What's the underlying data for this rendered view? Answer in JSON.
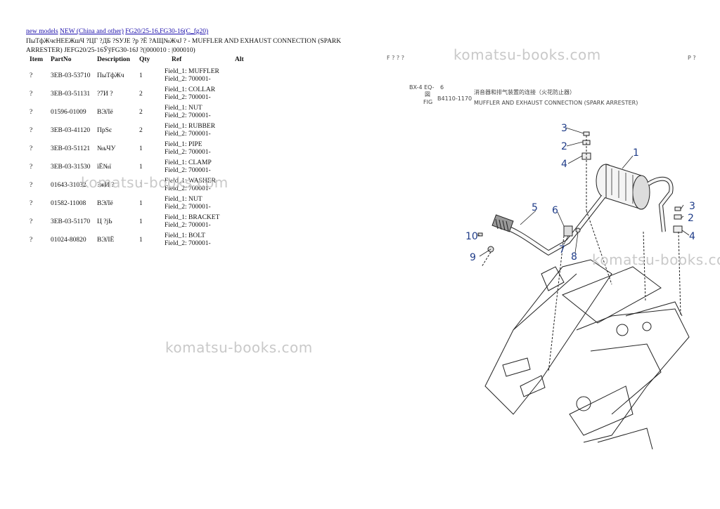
{
  "breadcrumb": {
    "link1": "new models",
    "link2": "NEW (China and other)",
    "link3": "FG20/25-16,FG30-16(C_fg20)"
  },
  "title_text": "ПыТфЖчєНЕЕЖшЧ ?ЦГ ?ДБ ?SУЈЕ ?р ?Ё ?АЩ№ЖчЈ ? - MUFFLER AND EXHAUST CONNECTION (SPARK ARRESTER) ЈЕFG20/25-16ЎўFG30-16Ј ?(|000010 : |000010)",
  "table": {
    "headers": [
      "Item",
      "PartNo",
      "Description",
      "Qty",
      "Ref",
      "Alt"
    ],
    "rows": [
      {
        "item": "?",
        "part": "3EB-03-53710",
        "desc": "ПыТфЖч",
        "qty": "1",
        "ref1": "Field_1: MUFFLER",
        "ref2": "Field_2: 700001-"
      },
      {
        "item": "?",
        "part": "3EB-03-51131",
        "desc": "?7И ?",
        "qty": "2",
        "ref1": "Field_1: COLLAR",
        "ref2": "Field_2: 700001-"
      },
      {
        "item": "?",
        "part": "01596-01009",
        "desc": "ВЭЛё",
        "qty": "2",
        "ref1": "Field_1: NUT",
        "ref2": "Field_2: 700001-"
      },
      {
        "item": "?",
        "part": "3EB-03-41120",
        "desc": "ПрЅє",
        "qty": "2",
        "ref1": "Field_1: RUBBER",
        "ref2": "Field_2: 700001-"
      },
      {
        "item": "?",
        "part": "3EB-03-51121",
        "desc": "№ьЧУ",
        "qty": "1",
        "ref1": "Field_1: PIPE",
        "ref2": "Field_2: 700001-"
      },
      {
        "item": "?",
        "part": "3EB-03-31530",
        "desc": "їЁ№ї",
        "qty": "1",
        "ref1": "Field_1: CLAMP",
        "ref2": "Field_2: 700001-"
      },
      {
        "item": "?",
        "part": "01643-31032",
        "desc": "?жИ ?",
        "qty": "1",
        "ref1": "Field_1: WASHER",
        "ref2": "Field_2: 700001-"
      },
      {
        "item": "?",
        "part": "01582-11008",
        "desc": "ВЭЛё",
        "qty": "1",
        "ref1": "Field_1: NUT",
        "ref2": "Field_2: 700001-"
      },
      {
        "item": "?",
        "part": "3EB-03-51170",
        "desc": "Ц ?јЬ",
        "qty": "1",
        "ref1": "Field_1: BRACKET",
        "ref2": "Field_2: 700001-"
      },
      {
        "item": "?",
        "part": "01024-80820",
        "desc": "ВЭЛЁ",
        "qty": "1",
        "ref1": "Field_1: BOLT",
        "ref2": "Field_2: 700001-"
      }
    ]
  },
  "watermark": "komatsu-books.com",
  "diagram": {
    "code1": "BX-4 EQ-",
    "code1b": "6",
    "code2": "図",
    "code3": "FIG",
    "code4": "B4110-1170",
    "title_cn": "消音器和排气装置的连接（火花防止器）",
    "title_en": "MUFFLER AND EXHAUST CONNECTION (SPARK ARRESTER)",
    "callouts": [
      "1",
      "2",
      "3",
      "4",
      "5",
      "6",
      "7",
      "8",
      "9",
      "10",
      "3",
      "2",
      "4"
    ],
    "corner_left": "F ? ? ?",
    "corner_right": "P ?"
  },
  "colors": {
    "callout": "#1f3c88",
    "link": "#1a0dab",
    "watermark": "#c9c9c9"
  }
}
